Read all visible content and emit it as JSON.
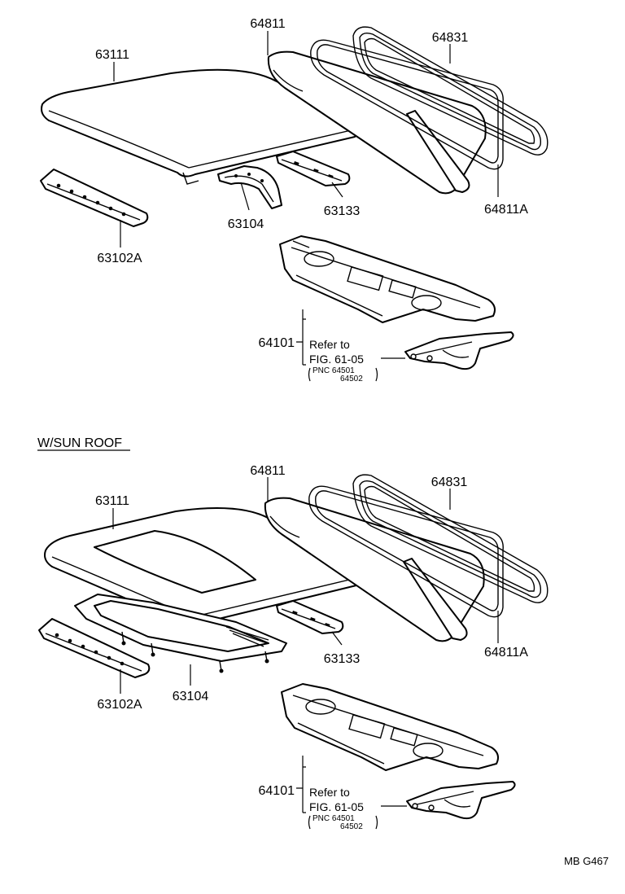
{
  "section_top": {
    "labels": {
      "p64811": "64811",
      "p64831": "64831",
      "p63111": "63111",
      "p63133": "63133",
      "p63104": "63104",
      "p64811a": "64811A",
      "p63102a": "63102A",
      "p64101": "64101"
    },
    "refer": {
      "line1": "Refer to",
      "line2": "FIG. 61-05",
      "pnc": "PNC 64501",
      "pnc2": "64502"
    }
  },
  "section_sunroof": {
    "heading": "W/SUN ROOF",
    "labels": {
      "p64811": "64811",
      "p64831": "64831",
      "p63111": "63111",
      "p63133": "63133",
      "p63104": "63104",
      "p64811a": "64811A",
      "p63102a": "63102A",
      "p64101": "64101"
    },
    "refer": {
      "line1": "Refer to",
      "line2": "FIG. 61-05",
      "pnc": "PNC 64501",
      "pnc2": "64502"
    }
  },
  "footer_code": "MB G467"
}
